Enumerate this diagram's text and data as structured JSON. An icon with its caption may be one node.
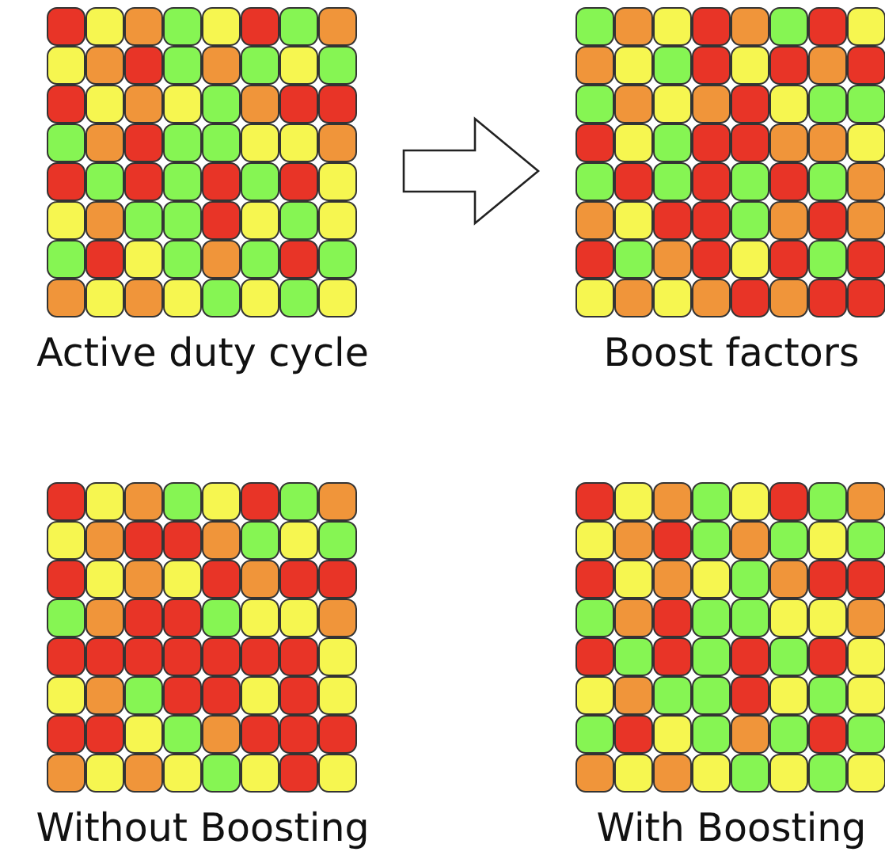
{
  "diagram": {
    "nodes": [
      {
        "text": [
          "Active duty cycle"
        ]
      },
      {
        "text": [
          "Boost factors"
        ]
      },
      {
        "text": [
          "Without Boosting"
        ]
      },
      {
        "text": [
          "With Boosting"
        ]
      }
    ],
    "edges": [
      {
        "from": 0,
        "to": 1,
        "arrow": "to"
      }
    ]
  }
}
